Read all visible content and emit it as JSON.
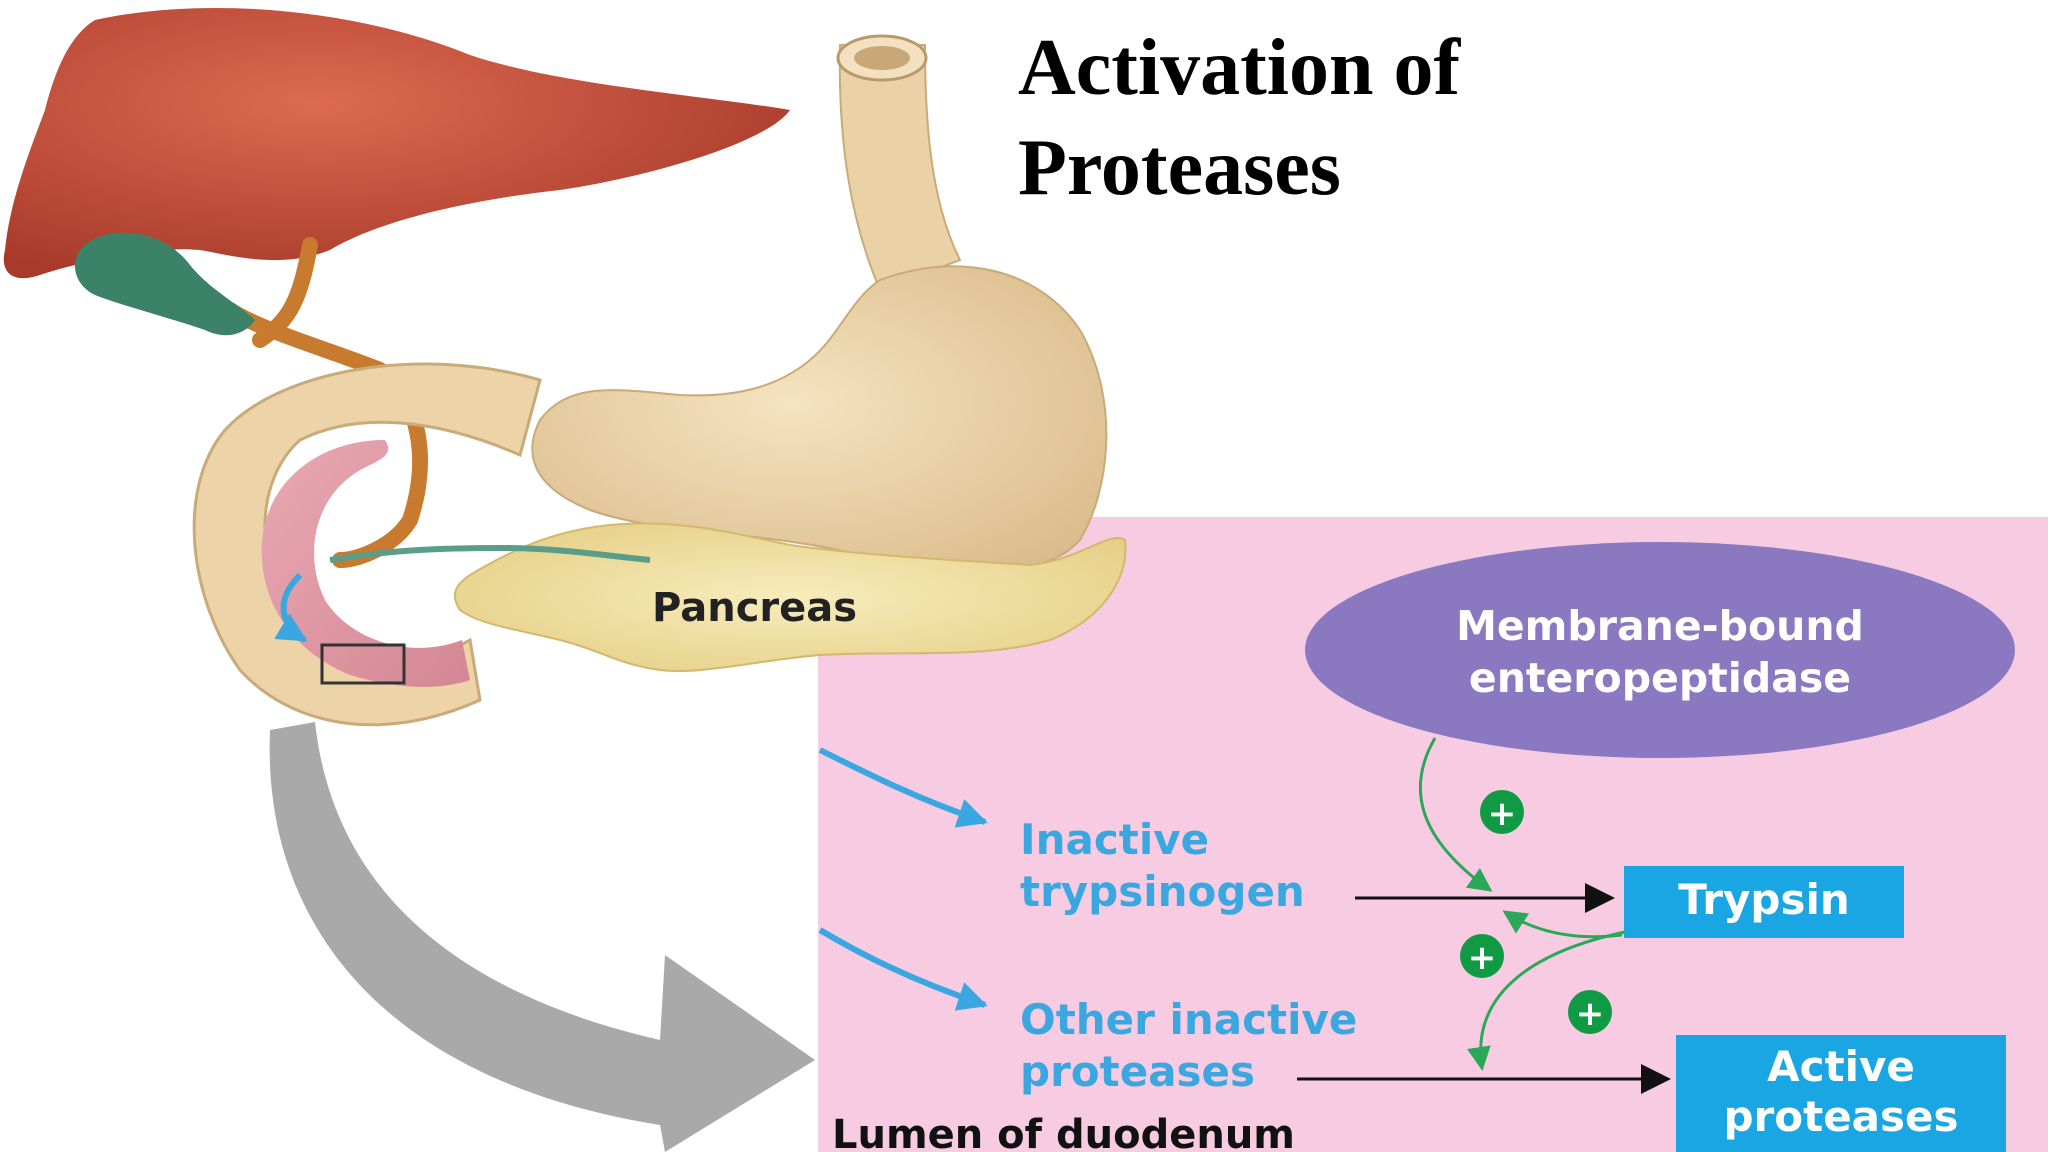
{
  "slide": {
    "title_lines": [
      "Activation of",
      "Proteases"
    ]
  },
  "diagram": {
    "organ_labels": {
      "pancreas": "Pancreas"
    },
    "enzyme": {
      "lines": [
        "Membrane-bound",
        "enteropeptidase"
      ]
    },
    "inactive_trypsinogen": {
      "lines": [
        "Inactive",
        "trypsinogen"
      ]
    },
    "other_inactive": {
      "lines": [
        "Other inactive",
        "proteases"
      ]
    },
    "trypsin": {
      "label": "Trypsin"
    },
    "active_proteases": {
      "lines": [
        "Active",
        "proteases"
      ]
    },
    "plus_signs": [
      "+",
      "+",
      "+"
    ],
    "lumen_label": "Lumen of duodenum"
  },
  "colors": {
    "inset_background": "#f7cce3",
    "enzyme_ellipse": "#8a78c0",
    "box_blue": "#1aa6e2",
    "arrow_blue": "#3aa7e0",
    "plus_green": "#109a44",
    "liver": "#c14d3a",
    "gallbladder": "#3c8268",
    "stomach": "#ecd4aa",
    "pancreas": "#f2e2a0",
    "gray_arrow": "#a9a9a9"
  }
}
